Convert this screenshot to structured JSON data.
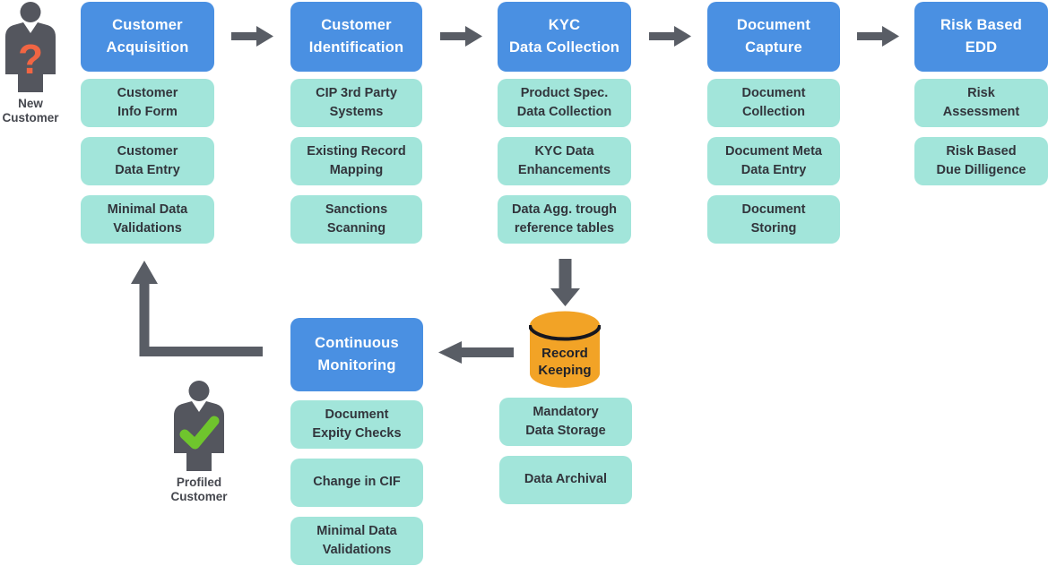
{
  "colors": {
    "header_bg": "#4a90e2",
    "header_text": "#ffffff",
    "item_bg": "#a2e5da",
    "item_text": "#32353c",
    "arrow": "#595d65",
    "person": "#54565e",
    "label_text": "#45474e",
    "cylinder_bg": "#f2a326",
    "cylinder_stroke": "#16171f",
    "question_mark": "#f16543",
    "check_green": "#6fc52d"
  },
  "flow": {
    "columns": [
      {
        "header": "Customer\nAcquisition",
        "items": [
          "Customer\nInfo Form",
          "Customer\nData Entry",
          "Minimal Data\nValidations"
        ]
      },
      {
        "header": "Customer\nIdentification",
        "items": [
          "CIP 3rd Party\nSystems",
          "Existing Record\nMapping",
          "Sanctions\nScanning"
        ]
      },
      {
        "header": "KYC\nData Collection",
        "items": [
          "Product Spec.\nData Collection",
          "KYC Data\nEnhancements",
          "Data Agg. trough\nreference tables"
        ]
      },
      {
        "header": "Document\nCapture",
        "items": [
          "Document\nCollection",
          "Document Meta\nData Entry",
          "Document\nStoring"
        ]
      },
      {
        "header": "Risk Based\nEDD",
        "items": [
          "Risk\nAssessment",
          "Risk Based\nDue Dilligence"
        ]
      }
    ],
    "monitoring": {
      "header": "Continuous\nMonitoring",
      "items": [
        "Document\nExpity Checks",
        "Change in CIF",
        "Minimal Data\nValidations"
      ]
    },
    "record_keeping": {
      "label": "Record\nKeeping",
      "items": [
        "Mandatory\nData Storage",
        "Data Archival"
      ]
    }
  },
  "actors": {
    "new_customer": {
      "label": "New\nCustomer"
    },
    "profiled_customer": {
      "label": "Profiled\nCustomer"
    }
  }
}
